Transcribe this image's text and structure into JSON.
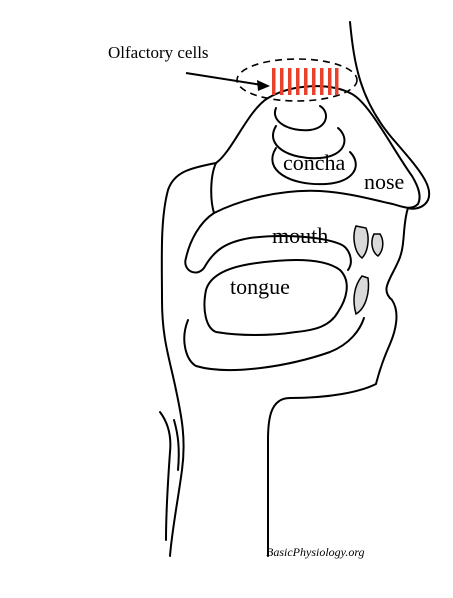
{
  "labels": {
    "olfactory": "Olfactory cells",
    "concha": "concha",
    "nose": "nose",
    "mouth": "mouth",
    "tongue": "tongue"
  },
  "credit": "BasicPhysiology.org",
  "colors": {
    "nasal_cavity": "#29a8e0",
    "olfactory_cells": "#e8412c",
    "teeth": "#d9d9d9",
    "outline": "#000000"
  }
}
